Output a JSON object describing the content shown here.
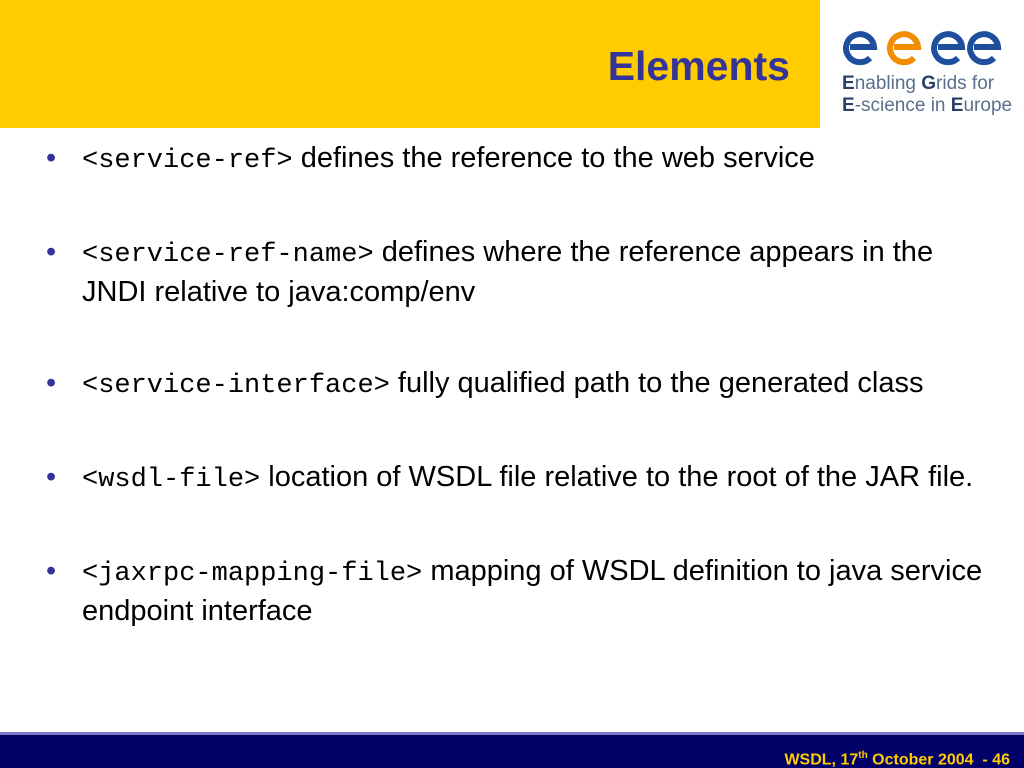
{
  "slide": {
    "title": "Elements",
    "logo": {
      "wordmark": "egee",
      "line1_initial_e": "E",
      "line1_rest_a": "nabling ",
      "line1_initial_g": "G",
      "line1_rest_b": "rids for",
      "line2_initial_e": "E",
      "line2_rest_a": "-science in ",
      "line2_initial_e2": "E",
      "line2_rest_b": "urope",
      "colors": {
        "blue": "#1f4f9c",
        "orange": "#f28c00"
      }
    },
    "bullets": [
      {
        "code": "<service-ref>",
        "text": " defines the reference to the web service"
      },
      {
        "code": "<service-ref-name>",
        "text": " defines where the reference appears in the JNDI relative to java:comp/env"
      },
      {
        "code": "<service-interface>",
        "text": " fully qualified path to the generated class"
      },
      {
        "code": "<wsdl-file>",
        "text": " location of WSDL file relative to the root of the JAR file."
      },
      {
        "code": "<jaxrpc-mapping-file>",
        "text": " mapping of WSDL definition to java service endpoint interface"
      }
    ],
    "footer": {
      "prefix": "WSDL, 17",
      "superscript": "th",
      "suffix": " October 2004",
      "page_number": "- 46"
    },
    "colors": {
      "header_band": "#ffcc00",
      "title": "#333399",
      "footer_band": "#000066",
      "footer_text": "#ffcc00",
      "bullet": "#333399"
    }
  }
}
